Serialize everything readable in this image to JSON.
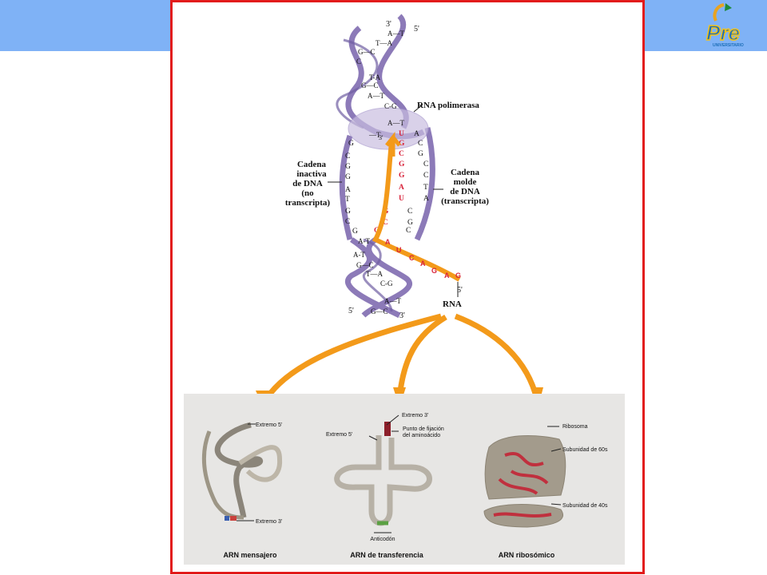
{
  "logo": {
    "text": "Pre",
    "subtext": "UNIVERSITARIO"
  },
  "dna": {
    "rna_polymerase": "RNA polimerasa",
    "inactive_strand_label": [
      "Cadena",
      "inactiva",
      "de DNA",
      "(no",
      "transcripta)"
    ],
    "template_strand_label": [
      "Cadena",
      "molde",
      "de DNA",
      "(transcripta)"
    ],
    "rna_label": "RNA",
    "end_top_3": "3'",
    "end_top_5": "5'",
    "end_bottom_5": "5'",
    "end_bottom_3": "3'",
    "rna_5_end": "5'",
    "rna_3_end": "3'",
    "top_pairs": [
      "A—T",
      "T—A",
      "G—C",
      "C",
      "T-A",
      "G—C",
      "A—T",
      "C-G",
      "A—T"
    ],
    "left_bases": [
      "G",
      "C",
      "G",
      "G",
      "A",
      "T",
      "G",
      "C",
      "G"
    ],
    "rna_bases": [
      "U",
      "G",
      "C",
      "G",
      "G",
      "A",
      "U",
      "G",
      "C",
      "G"
    ],
    "template_bases": [
      "A",
      "C",
      "G",
      "C",
      "C",
      "T",
      "A",
      "C",
      "G",
      "C"
    ],
    "strand_bases": [
      "A",
      "U",
      "C",
      "A",
      "G",
      "A",
      "G"
    ],
    "bottom_pairs": [
      "A-T",
      "A-T",
      "G—C",
      "T—A",
      "C-G",
      "A—T",
      "G—C"
    ]
  },
  "panel": {
    "mrna": {
      "caption": "ARN mensajero",
      "end5": "Extremo 5'",
      "end3": "Extremo 3'"
    },
    "trna": {
      "caption": "ARN de transferencia",
      "end3": "Extremo 3'",
      "end5": "Extremo 5'",
      "binding_site": [
        "Punto de fijación",
        "del aminoácido"
      ],
      "anticodon": "Anticodón"
    },
    "rrna": {
      "caption": "ARN ribosómico",
      "ribosome": "Ribosoma",
      "sub60": "Subunidad de 60s",
      "sub40": "Subunidad de 40s"
    }
  },
  "colors": {
    "header": "#7fb2f6",
    "frame_border": "#e21b1b",
    "dna_strand": "#8c7ab8",
    "arrow": "#f39a1a",
    "rna_base": "#d8233a",
    "panel_bg": "#e7e6e4"
  }
}
